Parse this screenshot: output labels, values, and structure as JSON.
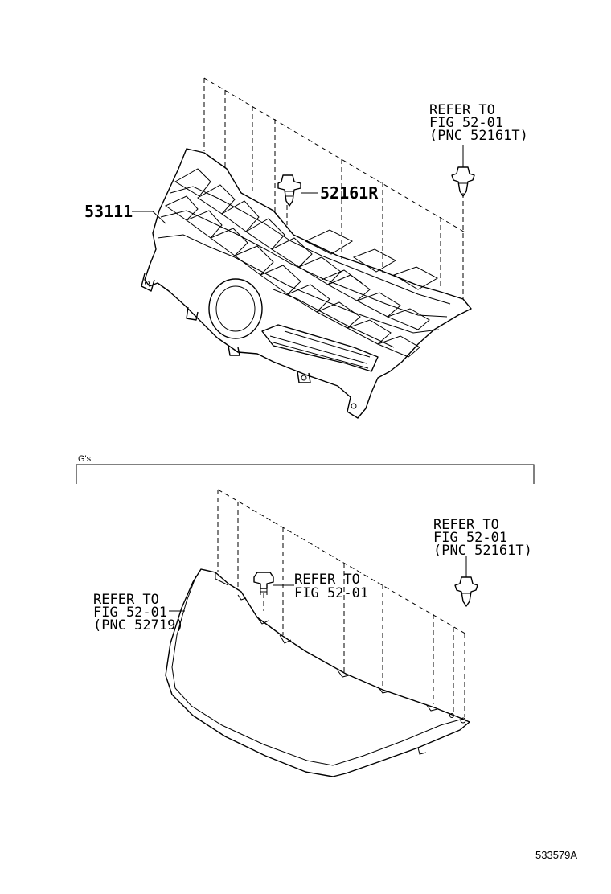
{
  "top_section": {
    "part_grille": "53111",
    "part_clip": "52161R",
    "refer_clip": {
      "line1": "REFER TO",
      "line2": "FIG 52-01",
      "line3": "(PNC 52161T)"
    }
  },
  "bottom_section": {
    "variant_label": "G's",
    "refer_grille": {
      "line1": "REFER TO",
      "line2": "FIG 52-01",
      "line3": "(PNC 52719)"
    },
    "refer_screw": {
      "line1": "REFER TO",
      "line2": "FIG 52-01"
    },
    "refer_clip": {
      "line1": "REFER TO",
      "line2": "FIG 52-01",
      "line3": "(PNC 52161T)"
    }
  },
  "diagram_id": "533579A"
}
